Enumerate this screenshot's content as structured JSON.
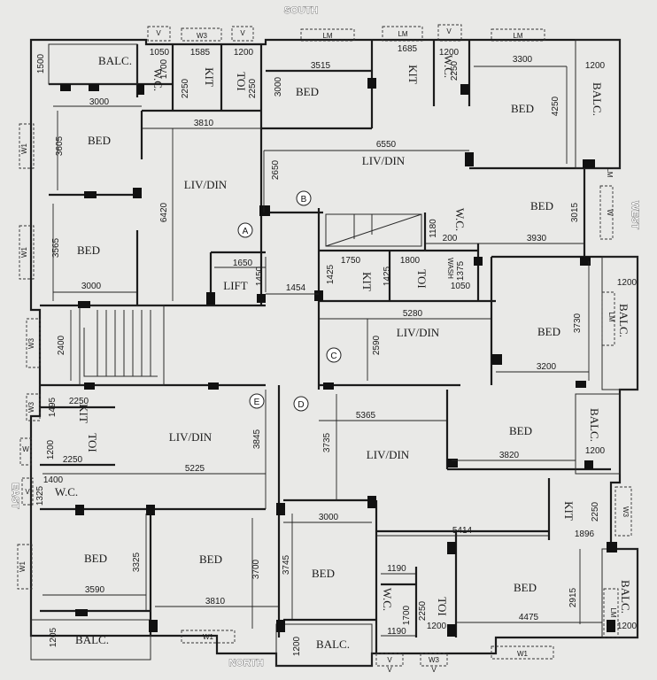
{
  "orientation": {
    "top": "SOUTH",
    "bottom": "NORTH",
    "left": "EAST",
    "right": "WEST"
  },
  "flat_markers": [
    "A",
    "B",
    "C",
    "D",
    "E"
  ],
  "rooms": [
    {
      "id": "balc-sw",
      "label": "BALC."
    },
    {
      "id": "wc-a",
      "label": "W.C."
    },
    {
      "id": "kit-a",
      "label": "KIT"
    },
    {
      "id": "toi-a",
      "label": "TOI"
    },
    {
      "id": "bed-a1",
      "label": "BED"
    },
    {
      "id": "livdin-a",
      "label": "LIV/DIN"
    },
    {
      "id": "bed-a2",
      "label": "BED"
    },
    {
      "id": "lift",
      "label": "LIFT"
    },
    {
      "id": "bed-b1",
      "label": "BED"
    },
    {
      "id": "kit-b",
      "label": "KIT"
    },
    {
      "id": "wc-b",
      "label": "W.C."
    },
    {
      "id": "bed-b2",
      "label": "BED"
    },
    {
      "id": "balc-b",
      "label": "BALC."
    },
    {
      "id": "livdin-b",
      "label": "LIV/DIN"
    },
    {
      "id": "bed-b3",
      "label": "BED"
    },
    {
      "id": "wc-c",
      "label": "W.C."
    },
    {
      "id": "kit-c",
      "label": "KIT"
    },
    {
      "id": "toi-c",
      "label": "TOI"
    },
    {
      "id": "livdin-c",
      "label": "LIV/DIN"
    },
    {
      "id": "bed-c1",
      "label": "BED"
    },
    {
      "id": "balc-c",
      "label": "BALC."
    },
    {
      "id": "kit-e",
      "label": "KIT"
    },
    {
      "id": "toi-e",
      "label": "TOI"
    },
    {
      "id": "wc-e",
      "label": "W.C."
    },
    {
      "id": "livdin-e",
      "label": "LIV/DIN"
    },
    {
      "id": "bed-e1",
      "label": "BED"
    },
    {
      "id": "bed-e2",
      "label": "BED"
    },
    {
      "id": "balc-e",
      "label": "BALC."
    },
    {
      "id": "livdin-d",
      "label": "LIV/DIN"
    },
    {
      "id": "bed-d1",
      "label": "BED"
    },
    {
      "id": "balc-d1",
      "label": "BALC."
    },
    {
      "id": "kit-d",
      "label": "KIT"
    },
    {
      "id": "bed-d2",
      "label": "BED"
    },
    {
      "id": "balc-d2",
      "label": "BALC."
    },
    {
      "id": "bed-d3",
      "label": "BED"
    },
    {
      "id": "wc-d",
      "label": "W.C."
    },
    {
      "id": "toi-d",
      "label": "TOI"
    },
    {
      "id": "balc-d3",
      "label": "BALC."
    }
  ],
  "dimensions": [
    "1500",
    "1050",
    "1700",
    "1585",
    "2250",
    "1200",
    "2250",
    "3000",
    "3810",
    "3605",
    "6420",
    "3565",
    "3000",
    "3515",
    "1685",
    "1200",
    "2250",
    "3000",
    "3300",
    "4250",
    "1200",
    "6550",
    "2650",
    "1180",
    "200",
    "3930",
    "3015",
    "1650",
    "1450",
    "1454",
    "1750",
    "1425",
    "1800",
    "1425",
    "1375",
    "1050",
    "5280",
    "2590",
    "1200",
    "3730",
    "3200",
    "2400",
    "2250",
    "1495",
    "1200",
    "2250",
    "1400",
    "1325",
    "5225",
    "3845",
    "5365",
    "3735",
    "3820",
    "1200",
    "3000",
    "5414",
    "2250",
    "1896",
    "3325",
    "3700",
    "3745",
    "3590",
    "3810",
    "1190",
    "2250",
    "1700",
    "1190",
    "1200",
    "2915",
    "4475",
    "1200",
    "1205",
    "1200"
  ],
  "windows": [
    "V",
    "W3",
    "V",
    "LM",
    "V",
    "LM",
    "LM",
    "W1",
    "W1",
    "W3",
    "W",
    "W3",
    "LM",
    "W3",
    "W",
    "V",
    "V",
    "W3",
    "W1",
    "W1",
    "LM",
    "V",
    "V",
    "W1",
    "LM"
  ],
  "labels": {
    "wash": "WASH"
  }
}
